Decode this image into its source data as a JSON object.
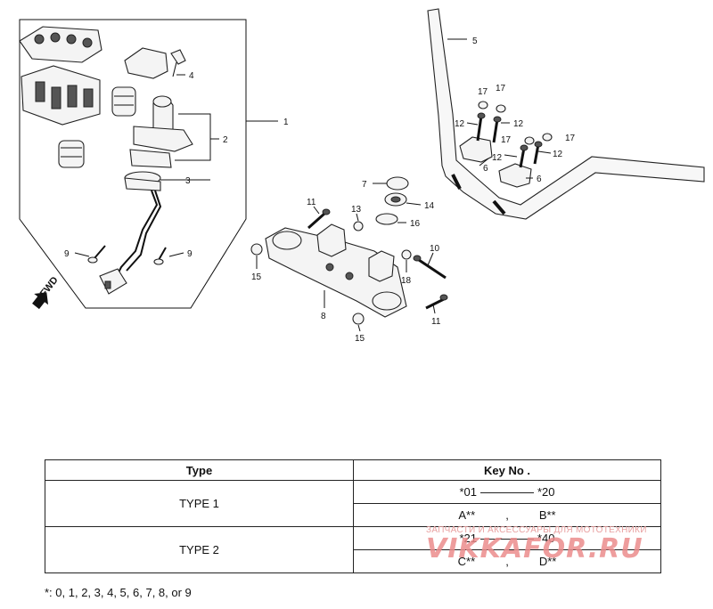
{
  "callouts": {
    "c1": "1",
    "c2": "2",
    "c3": "3",
    "c4": "4",
    "c5": "5",
    "c6a": "6",
    "c6b": "6",
    "c7": "7",
    "c8": "8",
    "c9a": "9",
    "c9b": "9",
    "c10": "10",
    "c11a": "11",
    "c11b": "11",
    "c12a": "12",
    "c12b": "12",
    "c12c": "12",
    "c13": "13",
    "c14": "14",
    "c15a": "15",
    "c15b": "15",
    "c16": "16",
    "c17a": "17",
    "c17b": "17",
    "c17c": "17",
    "c17d": "17",
    "c18": "18"
  },
  "fwd_label": "FWD",
  "key_table": {
    "headers": [
      "Type",
      "Key No ."
    ],
    "rows": [
      {
        "type": "TYPE 1",
        "range_start": "*01",
        "range_end": "*20",
        "key_a": "A**",
        "key_b": "B**",
        "comma": ","
      },
      {
        "type": "TYPE 2",
        "range_start": "*21",
        "range_end": "*40",
        "key_a": "C**",
        "key_b": "D**",
        "comma": ","
      }
    ]
  },
  "footnote": "*: 0, 1, 2, 3, 4, 5, 6, 7, 8, or 9",
  "watermark": {
    "line1": "ЗАПЧАСТИ И АКСЕССУАРЫ ДЛЯ МОТОТЕХНИКИ",
    "line2": "VIKKAFOR.RU"
  }
}
